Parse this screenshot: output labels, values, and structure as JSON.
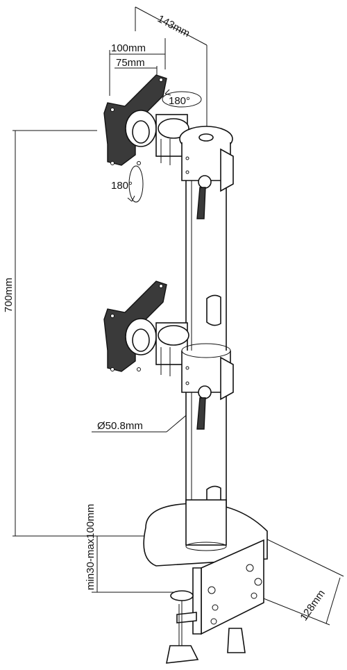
{
  "labels": {
    "width_143": "143mm",
    "vesa_100": "100mm",
    "vesa_75": "75mm",
    "rotate_top": "180°",
    "rotate_side": "180°",
    "height_700": "700mm",
    "pole_diameter": "Ø50.8mm",
    "clamp_range": "min30-max100mm",
    "base_depth": "128mm"
  },
  "colors": {
    "line": "#111111",
    "plate": "#3a3a3a",
    "background": "#ffffff"
  }
}
